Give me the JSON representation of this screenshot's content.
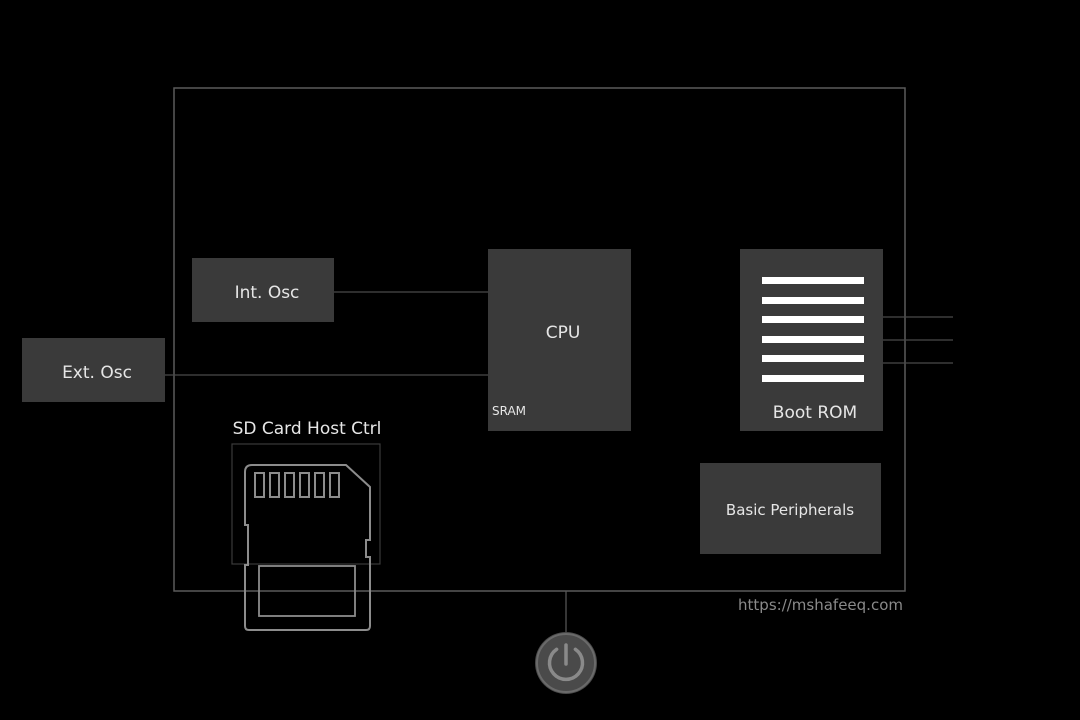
{
  "blocks": {
    "int_osc": "Int. Osc",
    "ext_osc": "Ext. Osc",
    "cpu": "CPU",
    "sram": "SRAM",
    "boot_rom": "Boot ROM",
    "peripherals": "Basic Peripherals",
    "sd_card": "SD Card Host Ctrl"
  },
  "watermark": "https://mshafeeq.com",
  "icons": {
    "sd_card": "sd-card-icon",
    "power": "power-icon"
  },
  "colors": {
    "background": "#000000",
    "block_fill": "#3a3a3a",
    "outline": "#5a5a5a",
    "text": "#e6e6e6"
  }
}
